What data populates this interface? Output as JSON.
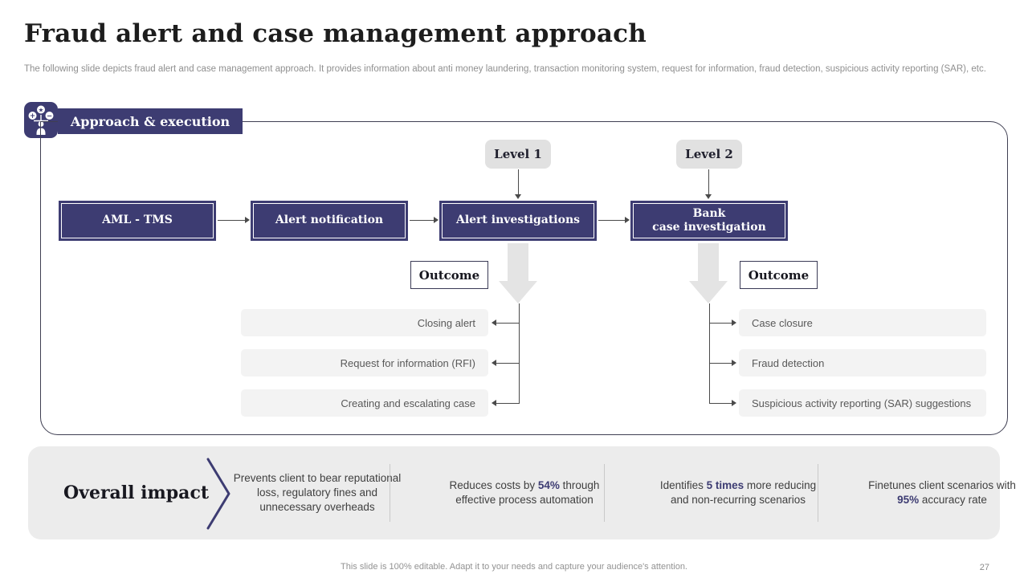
{
  "slide": {
    "title": "Fraud alert and case management approach",
    "subtitle": "The following slide depicts fraud alert and case management approach. It provides information about anti money laundering, transaction monitoring system, request for information, fraud detection, suspicious activity reporting (SAR), etc.",
    "footer_note": "This slide is 100% editable. Adapt it to your needs and capture your audience's attention.",
    "page_number": "27"
  },
  "colors": {
    "navy": "#3d3c72",
    "light_gray_box": "#e1e1e1",
    "row_gray": "#f3f3f3",
    "panel_gray": "#ececec",
    "big_arrow_gray": "#e4e4e4"
  },
  "section": {
    "badge_label": "Approach & execution",
    "icon": "person-options-icon"
  },
  "flow": {
    "levels": [
      {
        "label": "Level 1"
      },
      {
        "label": "Level 2"
      }
    ],
    "stages": [
      {
        "label": "AML - TMS"
      },
      {
        "label": "Alert notification"
      },
      {
        "label": "Alert investigations"
      },
      {
        "label_line1": "Bank",
        "label_line2": "case investigation"
      }
    ],
    "outcome_label": "Outcome",
    "left_outcomes": [
      "Closing alert",
      "Request for information (RFI)",
      "Creating and escalating case"
    ],
    "right_outcomes": [
      "Case closure",
      "Fraud detection",
      "Suspicious activity reporting (SAR) suggestions"
    ]
  },
  "impact": {
    "heading": "Overall impact",
    "items": [
      {
        "pre": "Prevents client to bear reputational loss, regulatory fines and unnecessary overheads",
        "highlight": "",
        "post": ""
      },
      {
        "pre": "Reduces costs by ",
        "highlight": "54%",
        "post": " through effective process automation"
      },
      {
        "pre": "Identifies ",
        "highlight": "5 times",
        "post": " more reducing and non-recurring scenarios"
      },
      {
        "pre": "Finetunes client scenarios with ",
        "highlight": "95%",
        "post": " accuracy rate"
      }
    ]
  }
}
